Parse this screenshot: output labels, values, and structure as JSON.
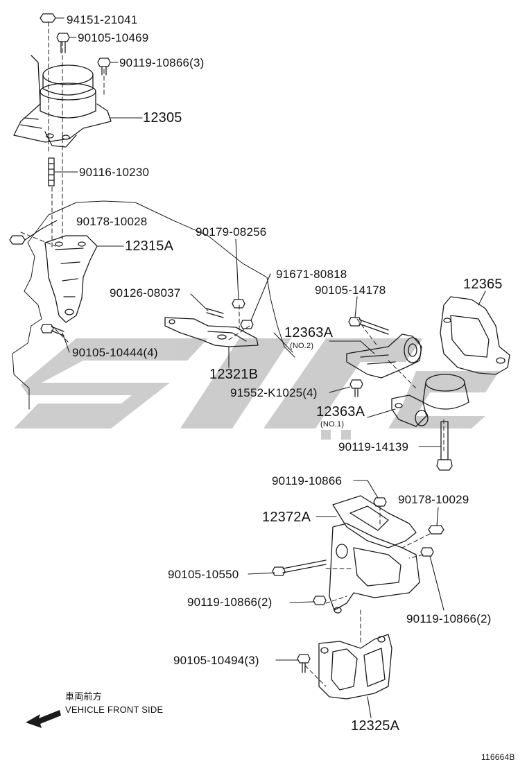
{
  "parts": {
    "p94151_21041": "94151-21041",
    "p90105_10469": "90105-10469",
    "p90119_10866_3_top": "90119-10866(3)",
    "p12305": "12305",
    "p90116_10230": "90116-10230",
    "p90178_10028": "90178-10028",
    "p12315A": "12315A",
    "p90105_10444_4": "90105-10444(4)",
    "p90179_08256": "90179-08256",
    "p91671_80818": "91671-80818",
    "p90126_08037": "90126-08037",
    "p90105_14178": "90105-14178",
    "p12365": "12365",
    "p12363A_no2": "12363A",
    "no2": "(NO.2)",
    "p12321B": "12321B",
    "p91552_K1025_4": "91552-K1025(4)",
    "p12363A_no1": "12363A",
    "no1": "(NO.1)",
    "p90119_14139": "90119-14139",
    "p90119_10866_mid": "90119-10866",
    "p90178_10029": "90178-10029",
    "p12372A": "12372A",
    "p90105_10550": "90105-10550",
    "p90119_10866_2_left": "90119-10866(2)",
    "p90119_10866_2_right": "90119-10866(2)",
    "p90105_10494_3": "90105-10494(3)",
    "p12325A": "12325A"
  },
  "direction": {
    "japanese": "車両前方",
    "english": "VEHICLE FRONT SIDE"
  },
  "figure_id": "116664B",
  "watermark_color": "#c4c4c4"
}
